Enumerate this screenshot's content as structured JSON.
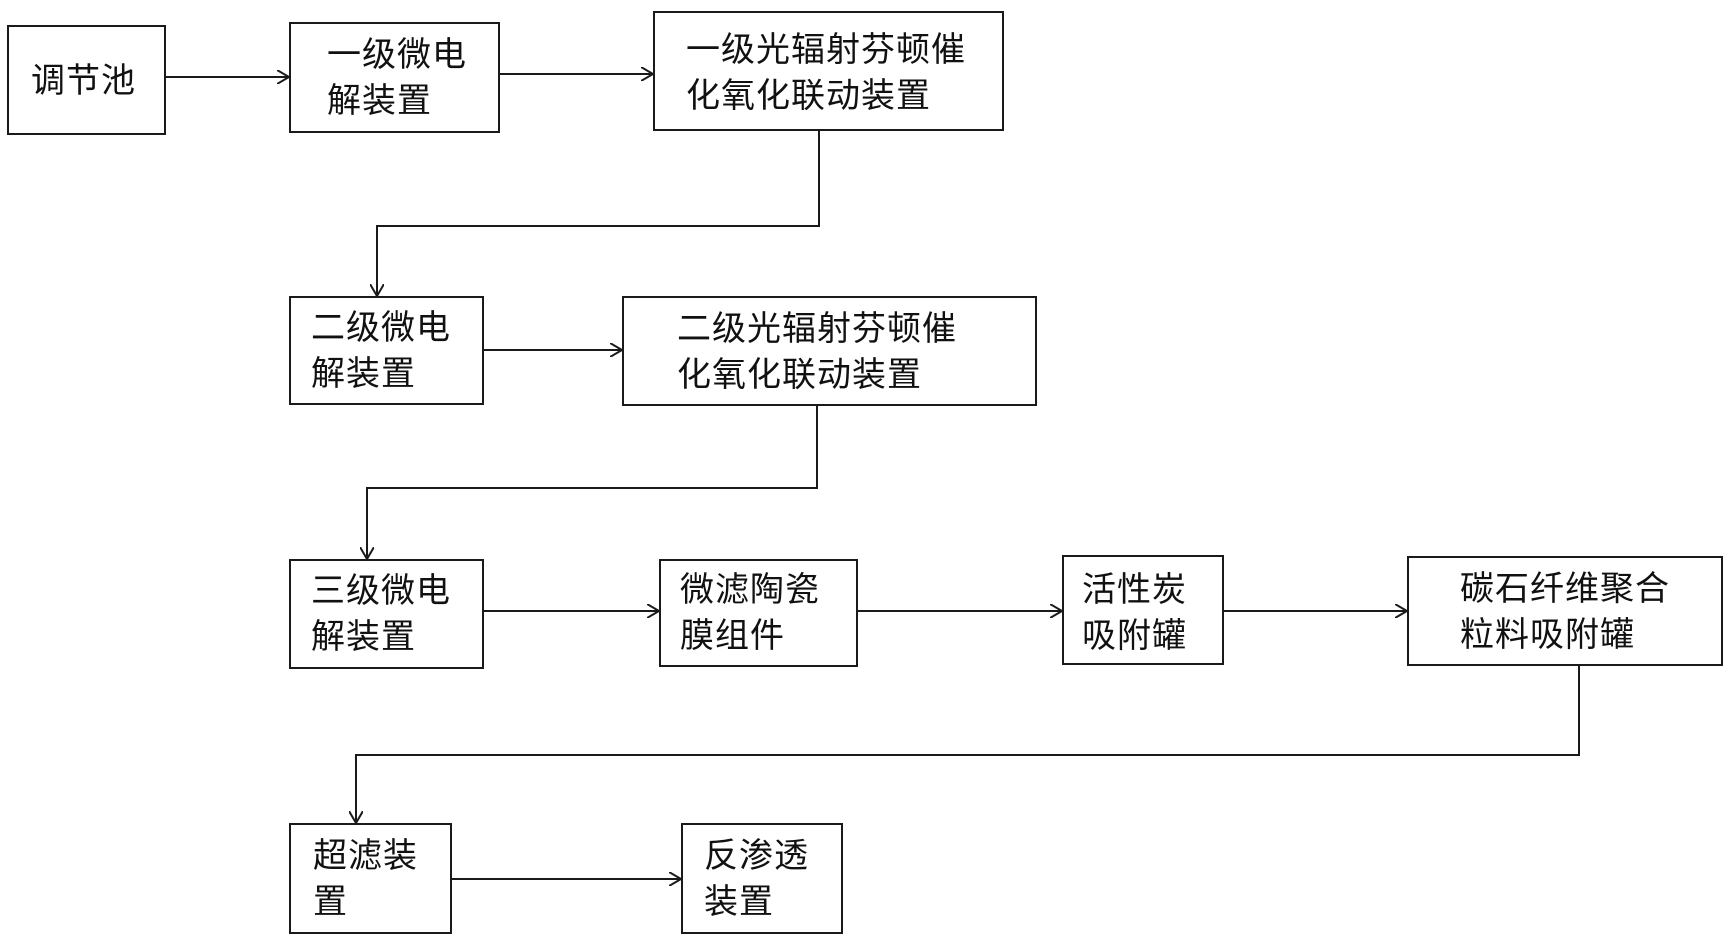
{
  "nodes": {
    "tiaojiechi": "调节池",
    "l1_micro_electrolysis": "一级微电\n解装置",
    "l1_photo_fenton": "一级光辐射芬顿催\n化氧化联动装置",
    "l2_micro_electrolysis": "二级微电\n解装置",
    "l2_photo_fenton": "二级光辐射芬顿催\n化氧化联动装置",
    "l3_micro_electrolysis": "三级微电\n解装置",
    "ceramic_membrane": "微滤陶瓷\n膜组件",
    "activated_carbon": "活性炭\n吸附罐",
    "carbon_stone_fiber": "碳石纤维聚合\n粒料吸附罐",
    "ultrafiltration": "超滤装\n置",
    "reverse_osmosis": "反渗透\n装置"
  },
  "colors": {
    "line": "#1a1a1a",
    "text": "#111111",
    "background": "#ffffff"
  }
}
